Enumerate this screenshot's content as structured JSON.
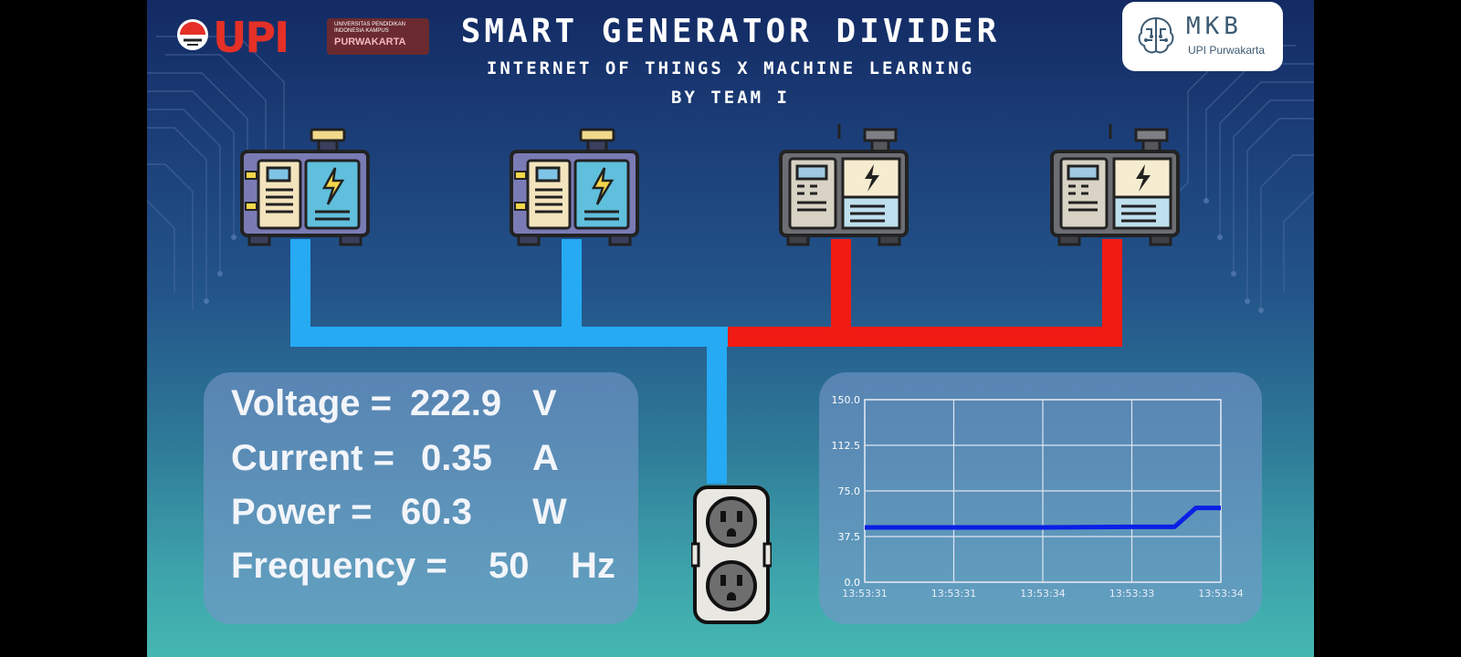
{
  "header": {
    "title": "SMART GENERATOR DIVIDER",
    "subtitle": "INTERNET OF THINGS X MACHINE LEARNING",
    "team": "BY TEAM I"
  },
  "logos": {
    "upi": {
      "wordmark": "UPI",
      "university": "UNIVERSITAS PENDIDIKAN INDONESIA",
      "campus_label": "KAMPUS",
      "campus": "PURWAKARTA"
    },
    "mkb": {
      "wordmark": "MKB",
      "subtitle": "UPI Purwakarta"
    }
  },
  "colors": {
    "active_line": "#25aaf3",
    "alt_line": "#f21b13",
    "series_line": "#0b1fe6"
  },
  "generators": [
    {
      "status": "active",
      "icon": "generator-icon"
    },
    {
      "status": "active",
      "icon": "generator-icon"
    },
    {
      "status": "alternate",
      "icon": "generator-icon"
    },
    {
      "status": "alternate",
      "icon": "generator-icon"
    }
  ],
  "outlet": {
    "icon": "power-outlet-icon"
  },
  "metrics": {
    "voltage": {
      "label": "Voltage =",
      "value": "222.9",
      "unit": "V"
    },
    "current": {
      "label": "Current =",
      "value": "0.35",
      "unit": "A"
    },
    "power": {
      "label": "Power =",
      "value": "60.3",
      "unit": "W"
    },
    "frequency": {
      "label": "Frequency =",
      "value": "50",
      "unit": "Hz"
    }
  },
  "chart_data": {
    "type": "line",
    "ylim": [
      0,
      150
    ],
    "y_ticks": [
      "0.0",
      "37.5",
      "75.0",
      "112.5",
      "150.0"
    ],
    "x_tick_labels": [
      "13:53:31",
      "13:53:31",
      "13:53:34",
      "13:53:33",
      "13:53:34"
    ],
    "grid": true,
    "series": [
      {
        "x": [
          0,
          0.25,
          0.5,
          0.75,
          0.87,
          0.93,
          1.0
        ],
        "values": [
          45,
          45,
          45,
          45.5,
          45.5,
          61,
          61
        ]
      }
    ]
  }
}
